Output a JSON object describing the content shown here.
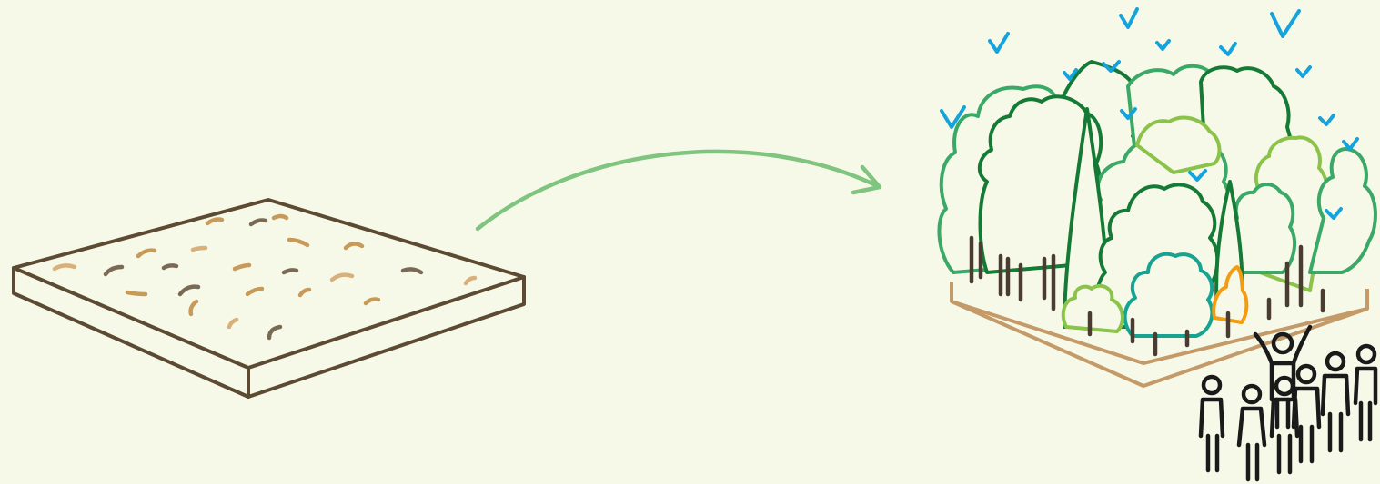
{
  "illustration": {
    "background_color": "#f7f9e8",
    "bare_plot": {
      "icon": "bare-soil-plot",
      "border_color": "#5c4a32",
      "seed_colors": [
        "#c89a5a",
        "#7a6a55",
        "#d9b07a"
      ]
    },
    "transition_arrow": {
      "icon": "curved-arrow-right",
      "color": "#7fc47f"
    },
    "forest_plot": {
      "icon": "dense-forest-plot",
      "border_color": "#c49a68",
      "foliage_colors": [
        "#3aa866",
        "#157a36",
        "#8bc34a",
        "#16a391",
        "#f39c12"
      ],
      "trunk_color": "#4a3c30"
    },
    "birds": {
      "icon": "bird-checkmark",
      "color": "#15a3dd"
    },
    "people": {
      "icon": "people-group",
      "color": "#1a1a1a"
    }
  }
}
